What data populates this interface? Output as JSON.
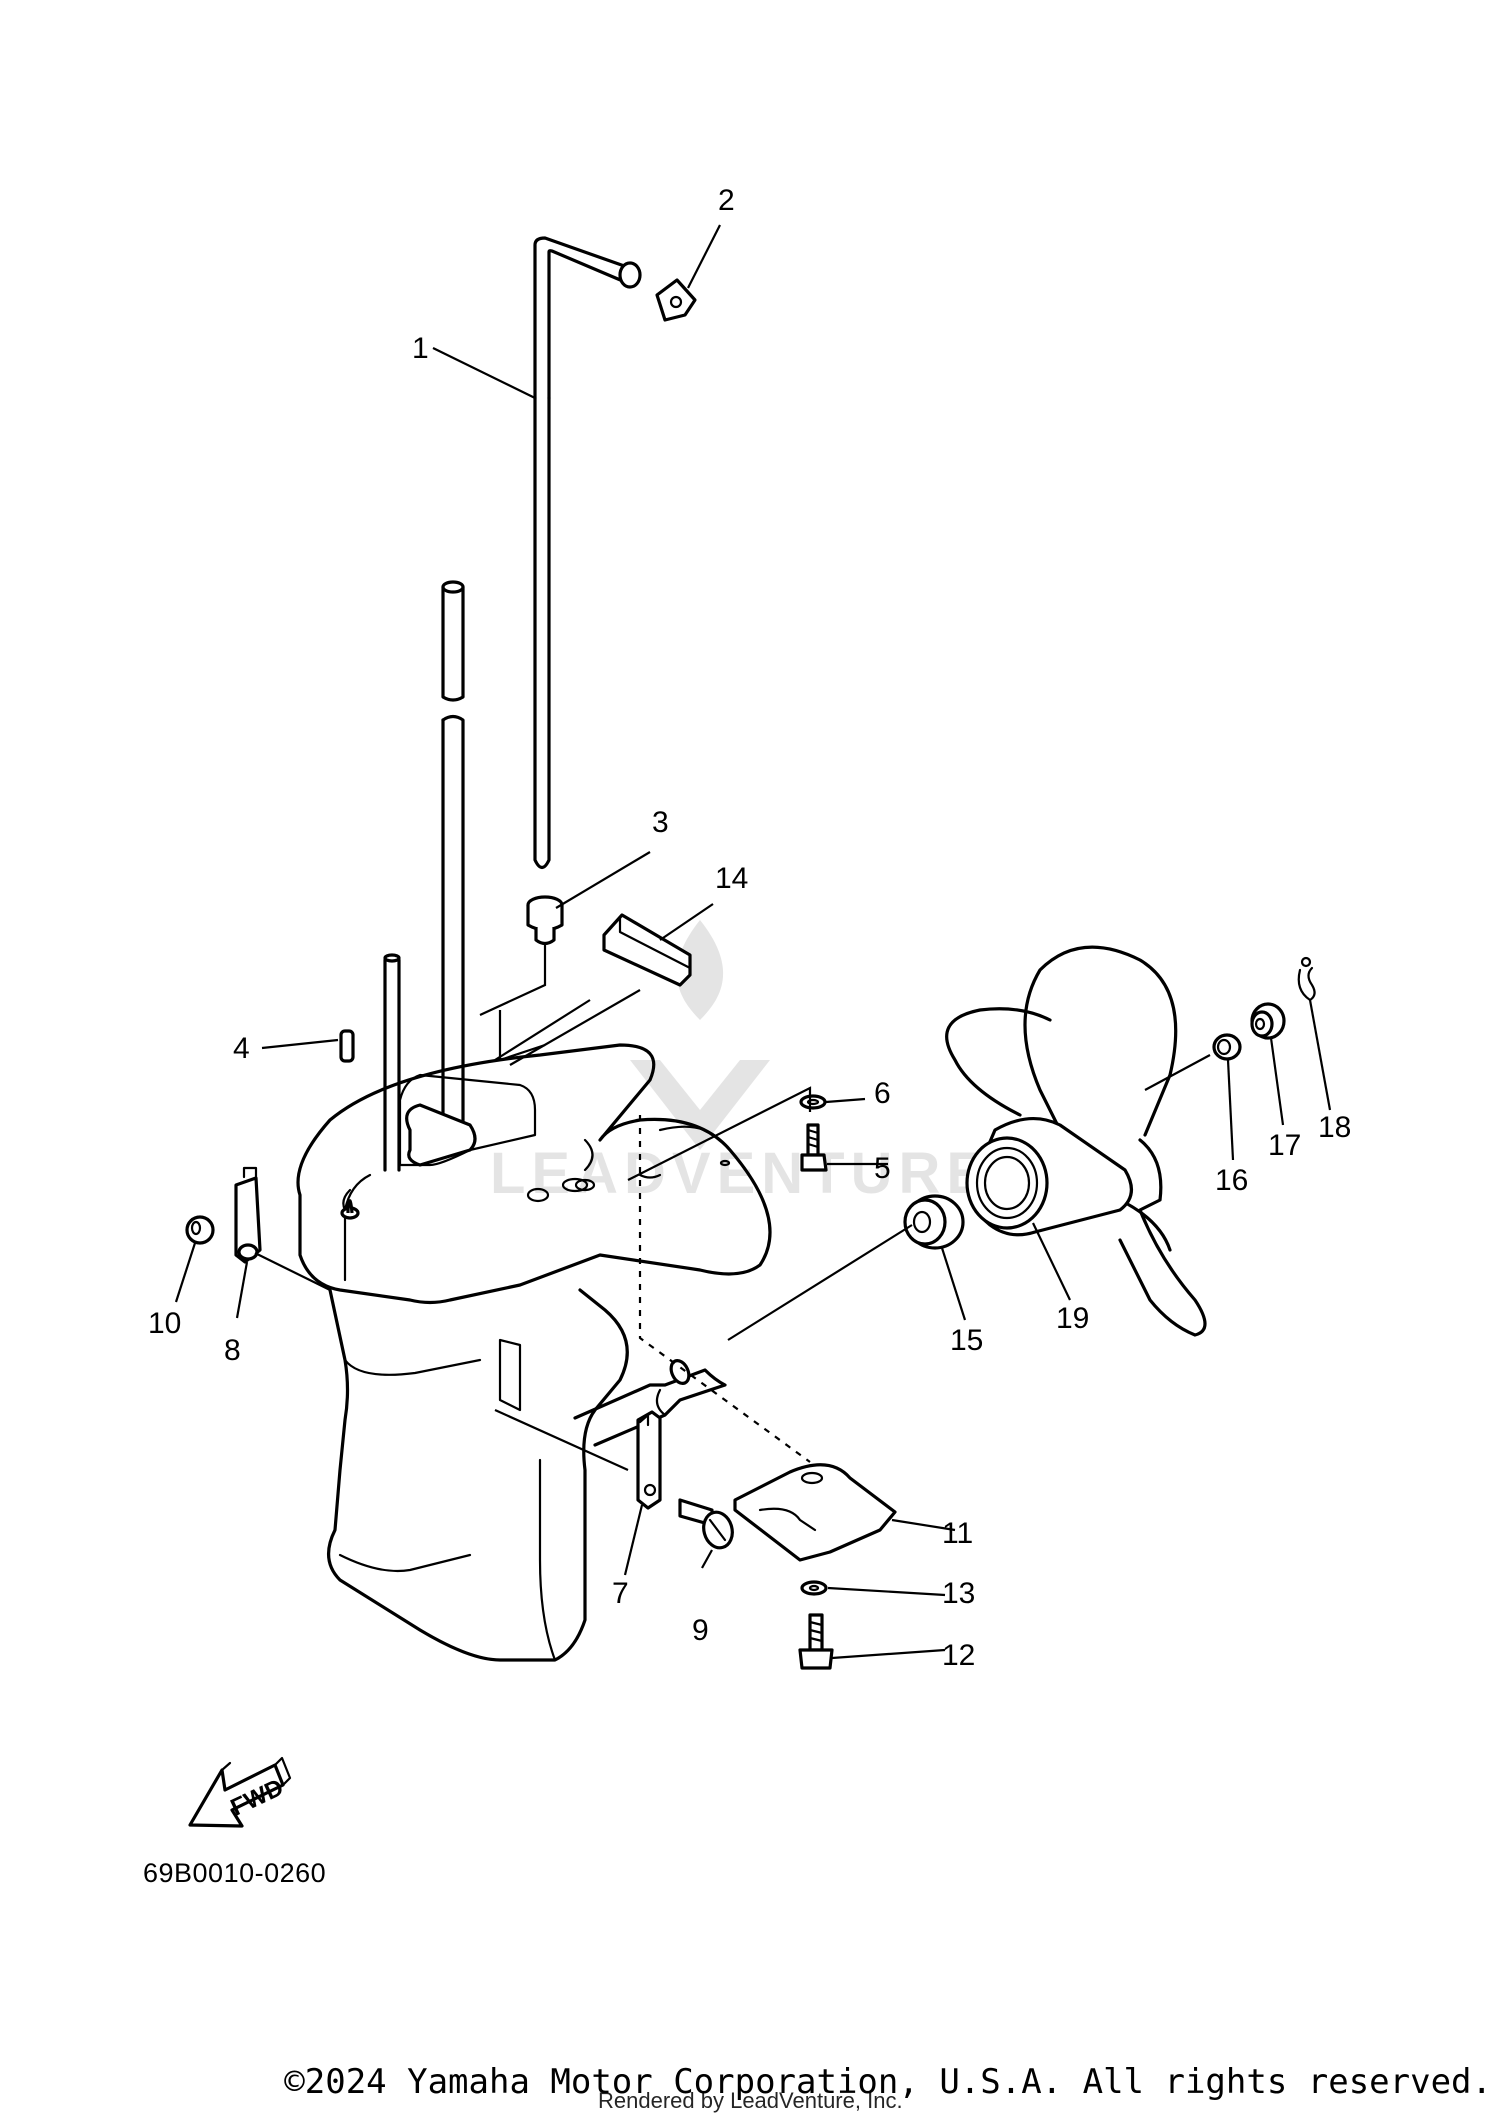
{
  "callouts": [
    "1",
    "2",
    "3",
    "4",
    "5",
    "6",
    "7",
    "8",
    "9",
    "10",
    "11",
    "12",
    "13",
    "14",
    "15",
    "16",
    "17",
    "18",
    "19"
  ],
  "fwd_label": "FWD",
  "diagram_code": "69B0010-0260",
  "copyright": "©2024 Yamaha Motor Corporation, U.S.A. All rights reserved.",
  "rendered_by": "Rendered by LeadVenture, Inc.",
  "watermark": "LEADVENTURE"
}
